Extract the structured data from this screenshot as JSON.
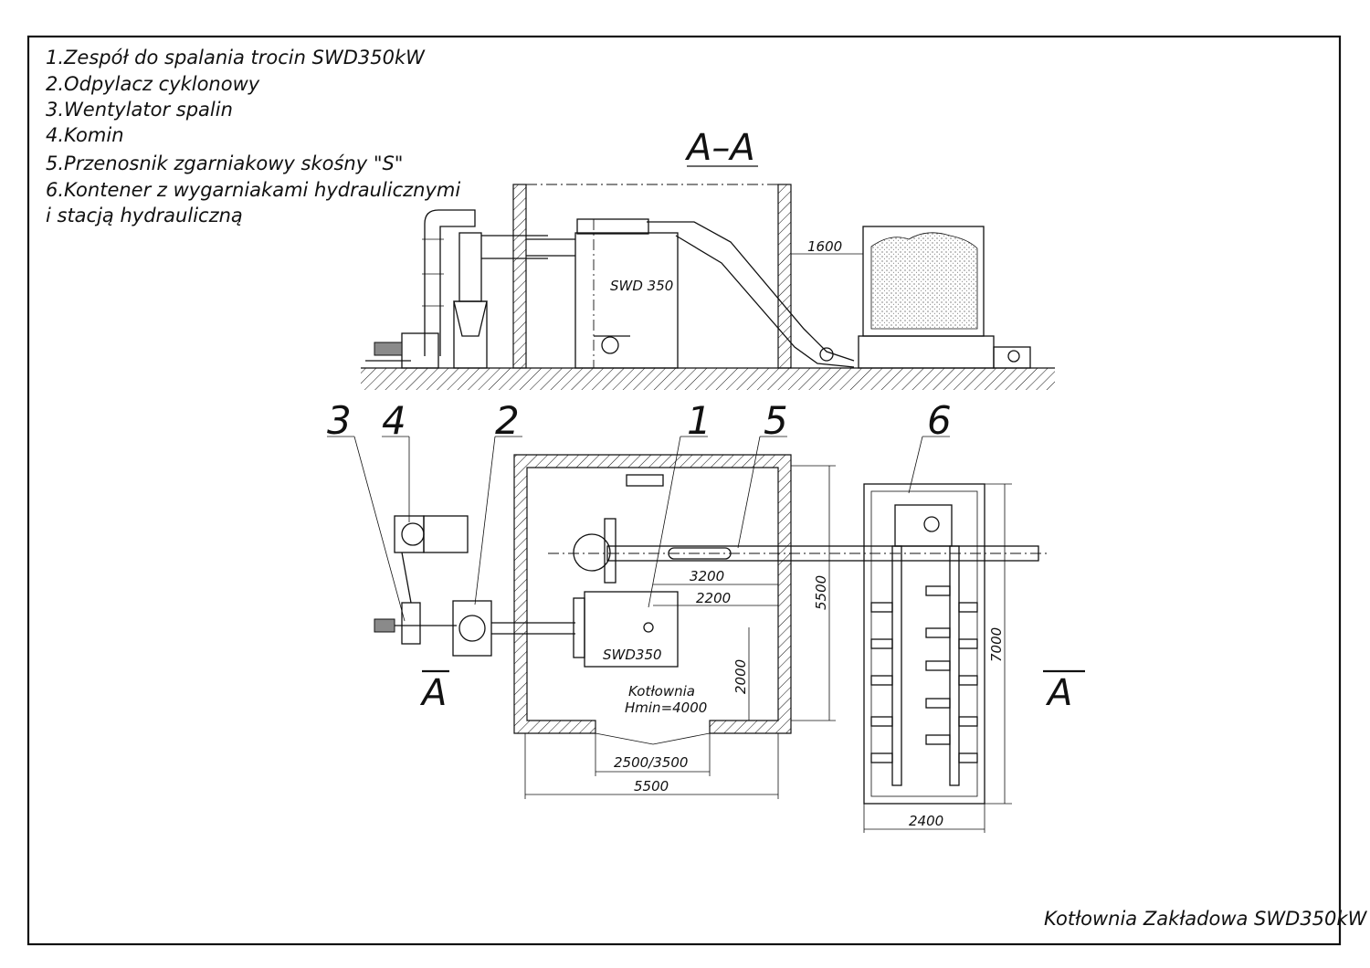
{
  "legend": [
    "1.Zespół do spalania trocin SWD350kW",
    "2.Odpylacz cyklonowy",
    "3.Wentylator spalin",
    "4.Komin",
    "5.Przenosnik zgarniakowy skośny \"S\"",
    "6.Kontener z wygarniakami hydraulicznymi",
    "i stacją hydrauliczną"
  ],
  "section_title": "A–A",
  "boiler_side_label": "SWD 350",
  "boiler_plan_label": "SWD350",
  "room_label": "Kotłownia",
  "room_height": "Hmin=4000",
  "section_marker": "A",
  "callouts": [
    "1",
    "2",
    "3",
    "4",
    "5",
    "6"
  ],
  "dimensions": {
    "d1600": "1600",
    "d3200": "3200",
    "d2200": "2200",
    "d2000": "2000",
    "d5500_v": "5500",
    "d5500_h": "5500",
    "d2500_3500": "2500/3500",
    "d7000": "7000",
    "d2400": "2400"
  },
  "title_block": "Kotłownia Zakładowa SWD350kW"
}
